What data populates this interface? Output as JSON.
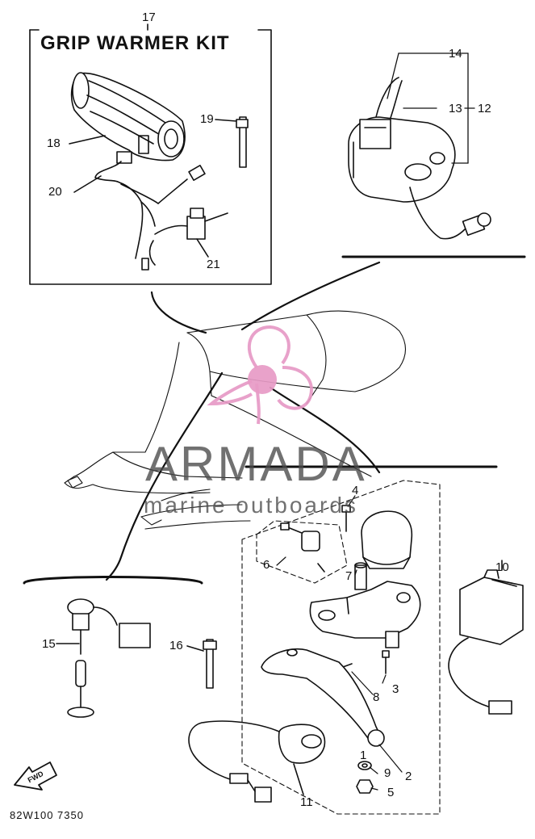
{
  "kit_title": "GRIP WARMER KIT",
  "callouts": {
    "c1": "1",
    "c2": "2",
    "c3": "3",
    "c4": "4",
    "c5": "5",
    "c6": "6",
    "c7": "7",
    "c8": "8",
    "c9": "9",
    "c10": "10",
    "c11": "11",
    "c12": "12",
    "c13": "13",
    "c14": "14",
    "c15": "15",
    "c16": "16",
    "c17": "17",
    "c18": "18",
    "c19": "19",
    "c20": "20",
    "c21": "21"
  },
  "fwd_label": "FWD",
  "part_code": "82W100 7350",
  "watermark": {
    "brand": "ARMADA",
    "tagline": "marine outboards",
    "logo_color": "#e79ac6"
  }
}
